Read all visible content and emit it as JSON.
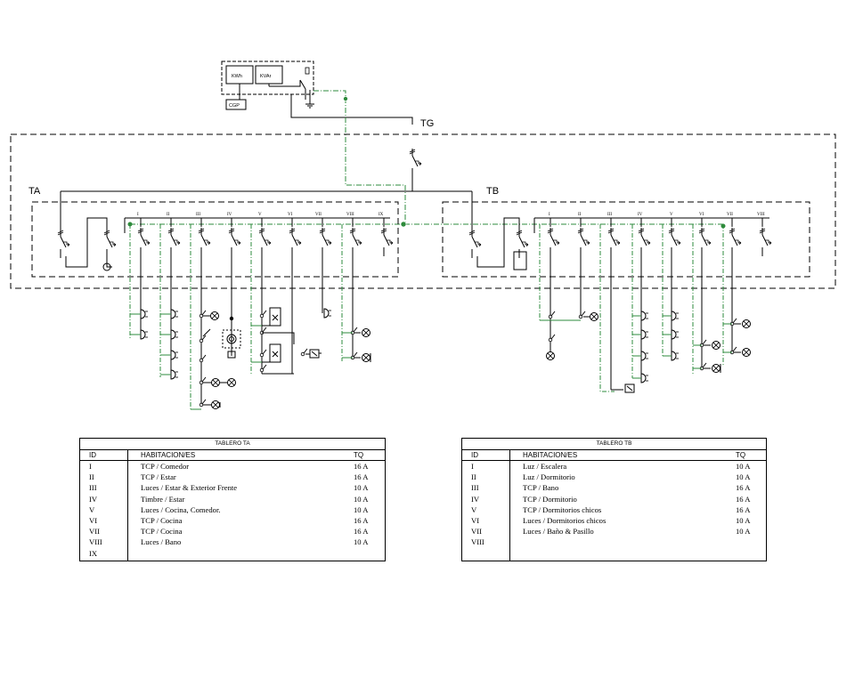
{
  "labels": {
    "tg": "TG",
    "ta": "TA",
    "tb": "TB",
    "kwh": "KWh",
    "kvar": "KVAr",
    "cgp": "CGP"
  },
  "circuit_ids_ta": [
    "I",
    "II",
    "III",
    "IV",
    "V",
    "VI",
    "VII",
    "VIII",
    "IX"
  ],
  "circuit_ids_tb": [
    "I",
    "II",
    "III",
    "IV",
    "V",
    "VI",
    "VII",
    "VIII"
  ],
  "colors": {
    "ground": "#2e8b3c",
    "line": "#000000",
    "panel_dash": "#000000"
  },
  "table_ta": {
    "title": "TABLERO TA",
    "headers": {
      "id": "ID",
      "room": "HABITACION/ES",
      "tq": "TQ"
    },
    "rows": [
      {
        "id": "I",
        "room": "TCP / Comedor",
        "tq": "16 A"
      },
      {
        "id": "II",
        "room": "TCP / Estar",
        "tq": "16 A"
      },
      {
        "id": "III",
        "room": "Luces / Estar  &  Exterior Frente",
        "tq": "10 A"
      },
      {
        "id": "IV",
        "room": "Timbre / Estar",
        "tq": "10 A"
      },
      {
        "id": "V",
        "room": "Luces / Cocina, Comedor.",
        "tq": "10 A"
      },
      {
        "id": "VI",
        "room": "TCP / Cocina",
        "tq": "16 A"
      },
      {
        "id": "VII",
        "room": "TCP / Cocina",
        "tq": "16 A"
      },
      {
        "id": "VIII",
        "room": "Luces / Bano",
        "tq": "10 A"
      },
      {
        "id": "IX",
        "room": "",
        "tq": ""
      }
    ]
  },
  "table_tb": {
    "title": "TABLERO TB",
    "headers": {
      "id": "ID",
      "room": "HABITACION/ES",
      "tq": "TQ"
    },
    "rows": [
      {
        "id": "I",
        "room": "Luz / Escalera",
        "tq": "10 A"
      },
      {
        "id": "II",
        "room": "Luz / Dormitorio",
        "tq": "10 A"
      },
      {
        "id": "III",
        "room": "TCP / Bano",
        "tq": "16 A"
      },
      {
        "id": "IV",
        "room": "TCP / Dormitorio",
        "tq": "16 A"
      },
      {
        "id": "V",
        "room": "TCP / Dormitorios chicos",
        "tq": "16 A"
      },
      {
        "id": "VI",
        "room": "Luces / Dormitorios chicos",
        "tq": "10 A"
      },
      {
        "id": "VII",
        "room": "Luces / Baño & Pasillo",
        "tq": "10 A"
      },
      {
        "id": "VIII",
        "room": "",
        "tq": ""
      }
    ]
  }
}
